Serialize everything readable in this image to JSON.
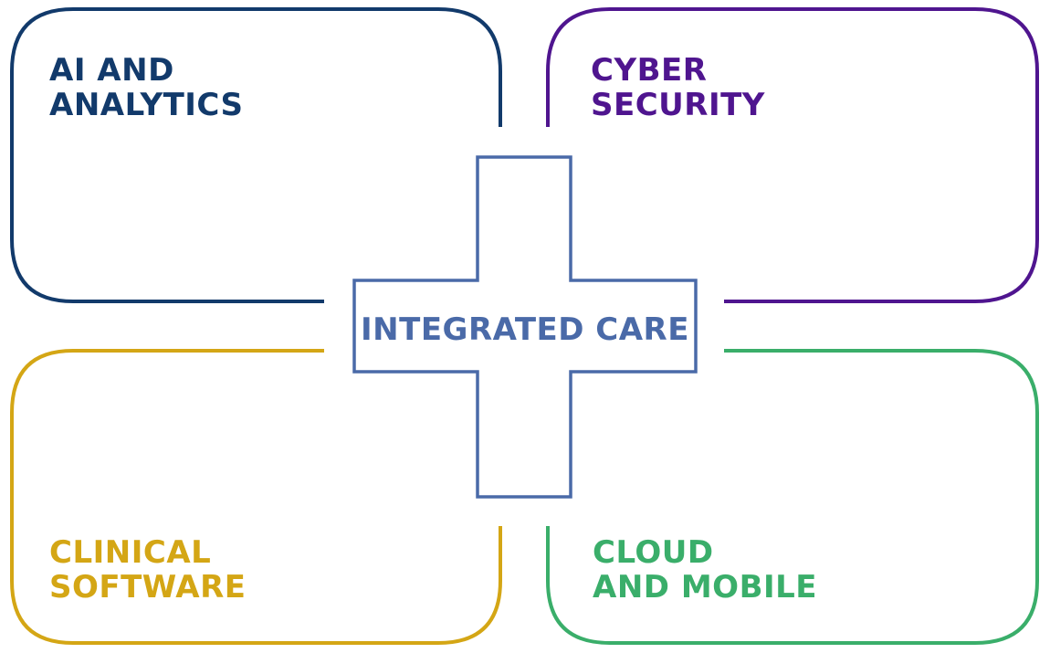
{
  "diagram": {
    "center": {
      "label": "INTEGRATED CARE",
      "color": "#4a6aa8"
    },
    "quadrants": [
      {
        "id": "ai",
        "lines": [
          "AI AND",
          "ANALYTICS"
        ],
        "color": "#123a6b"
      },
      {
        "id": "cyber",
        "lines": [
          "CYBER",
          "SECURITY"
        ],
        "color": "#4f158f"
      },
      {
        "id": "clinical",
        "lines": [
          "CLINICAL",
          "SOFTWARE"
        ],
        "color": "#d4a615"
      },
      {
        "id": "cloud",
        "lines": [
          "CLOUD",
          "AND MOBILE"
        ],
        "color": "#3aae6a"
      }
    ]
  }
}
